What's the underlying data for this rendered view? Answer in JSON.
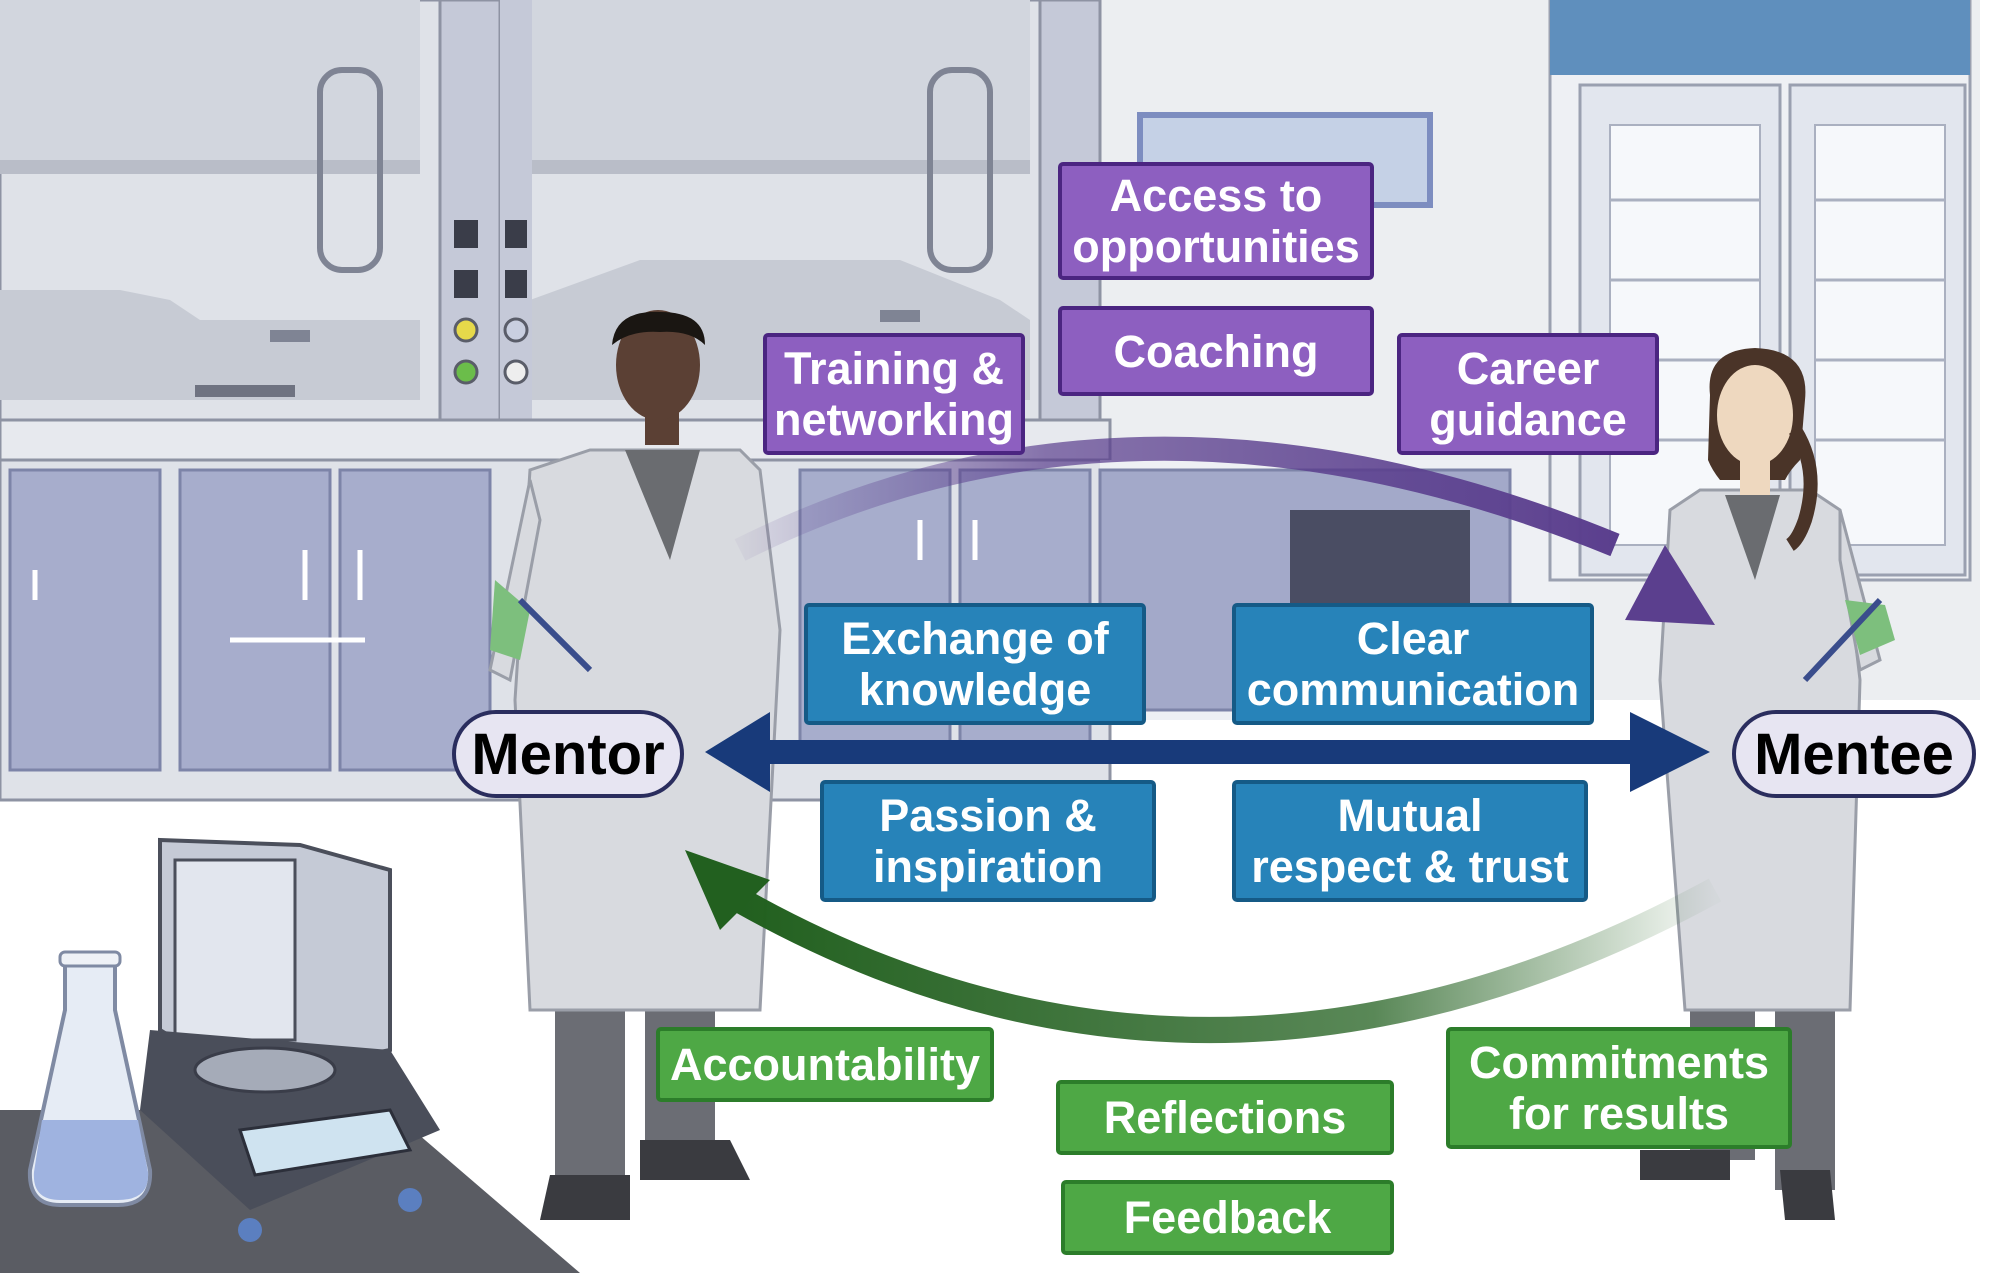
{
  "colors": {
    "purple_box": "#8d5fc0",
    "blue_box": "#2783b9",
    "green_box": "#4ea845",
    "purple_arrow": "#5b3f8e",
    "blue_arrow": "#183a7a",
    "green_arrow": "#22601f",
    "role_pill": "#e7e5f2"
  },
  "roles": {
    "mentor": "Mentor",
    "mentee": "Mentee"
  },
  "mentor_to_mentee": {
    "access": [
      "Access to",
      "opportunities"
    ],
    "coaching": [
      "Coaching"
    ],
    "training": [
      "Training &",
      "networking"
    ],
    "career": [
      "Career",
      "guidance"
    ]
  },
  "mutual": {
    "exchange": [
      "Exchange of",
      "knowledge"
    ],
    "communication": [
      "Clear",
      "communication"
    ],
    "passion": [
      "Passion &",
      "inspiration"
    ],
    "respect": [
      "Mutual",
      "respect & trust"
    ]
  },
  "mentee_to_mentor": {
    "accountability": [
      "Accountability"
    ],
    "reflections": [
      "Reflections"
    ],
    "feedback": [
      "Feedback"
    ],
    "commitments": [
      "Commitments",
      "for results"
    ]
  }
}
